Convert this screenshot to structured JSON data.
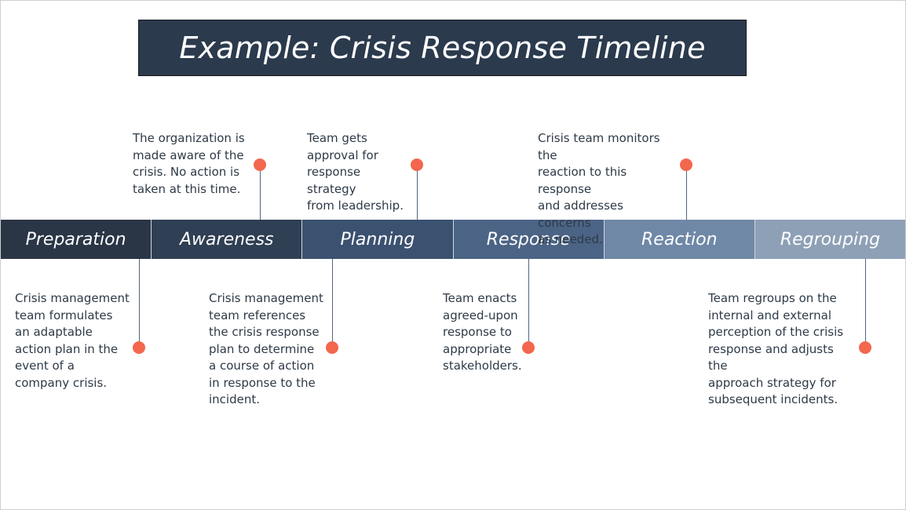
{
  "title": "Example: Crisis Response Timeline",
  "colors": {
    "title_bg": "#2b3a4d",
    "dot": "#f2674d",
    "stages": [
      "#2a3646",
      "#2f3f54",
      "#3b5170",
      "#4b6485",
      "#6f88a6",
      "#8ea0b6"
    ]
  },
  "stages": [
    {
      "label": "Preparation"
    },
    {
      "label": "Awareness"
    },
    {
      "label": "Planning"
    },
    {
      "label": "Response"
    },
    {
      "label": "Reaction"
    },
    {
      "label": "Regrouping"
    }
  ],
  "events": [
    {
      "stage": "Preparation",
      "side": "below",
      "text": "Crisis management\nteam formulates\nan adaptable\naction plan in the\nevent of a\ncompany crisis."
    },
    {
      "stage": "Awareness",
      "side": "above",
      "text": "The organization is\nmade aware of the\ncrisis. No action is\ntaken at this time."
    },
    {
      "stage": "Planning",
      "side": "below",
      "text": "Crisis management\nteam references\nthe crisis response\nplan to determine\na course of action\nin response to the\nincident."
    },
    {
      "stage": "Planning",
      "side": "above",
      "text": "Team gets\napproval for\nresponse strategy\nfrom leadership."
    },
    {
      "stage": "Response",
      "side": "below",
      "text": "Team enacts\nagreed-upon\nresponse to\nappropriate\nstakeholders."
    },
    {
      "stage": "Reaction",
      "side": "above",
      "text": "Crisis team monitors the\nreaction to this response\nand addresses concerns\nas needed."
    },
    {
      "stage": "Regrouping",
      "side": "below",
      "text": "Team regroups on the\ninternal and external\nperception of the crisis\nresponse and adjusts the\napproach strategy for\nsubsequent incidents."
    }
  ]
}
